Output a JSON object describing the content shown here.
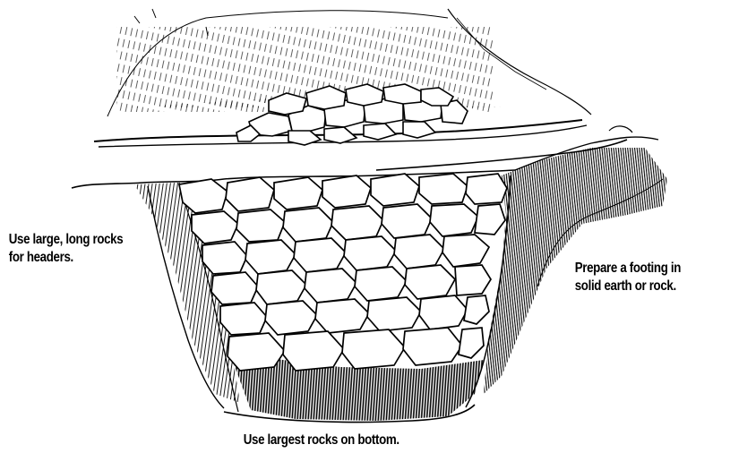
{
  "labels": {
    "headers": {
      "line1": "Use large, long rocks",
      "line2": "for headers."
    },
    "footing": {
      "line1": "Prepare a footing in",
      "line2": "solid earth or rock."
    },
    "bottom": {
      "line1": "Use largest rocks on bottom."
    }
  },
  "colors": {
    "ink": "#000000",
    "paper": "#ffffff"
  }
}
